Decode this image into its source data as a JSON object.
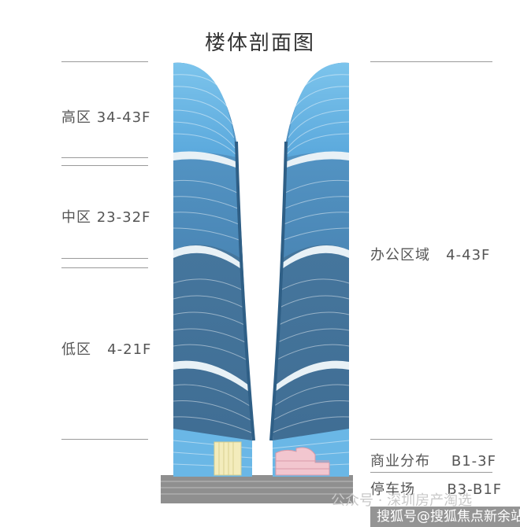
{
  "title": "楼体剖面图",
  "zones_left": [
    {
      "label": "高区 34-43F"
    },
    {
      "label": "中区 23-32F"
    },
    {
      "label": "低区   4-21F"
    }
  ],
  "zones_right": [
    {
      "label": "办公区域   4-43F"
    },
    {
      "label": "商业分布    B1-3F"
    },
    {
      "label": "停车场      B3-B1F"
    }
  ],
  "watermark": {
    "channel": "公众号 · 深圳房产淘选",
    "source": "搜狐号@搜狐焦点新余站"
  },
  "colors": {
    "glass_light": "#6ab7e6",
    "glass_mid": "#4d8fc0",
    "glass_dark": "#3f6f96",
    "band_white": "#e8f1f6",
    "base": "#8f8f8f",
    "retail_yellow": "#f3ecbc",
    "retail_pink": "#f2c6cf"
  }
}
